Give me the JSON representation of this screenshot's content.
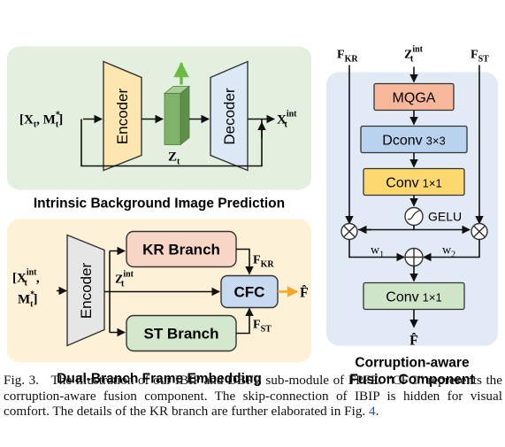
{
  "colors": {
    "green_panel": "#e3f0df",
    "yellow_panel": "#fdf2d8",
    "blue_panel": "#e2ebf5",
    "encoder_yellow": "#fde6b0",
    "encoder_gray": "#e6e6e6",
    "decoder_blue": "#dde8f6",
    "branch_salmon": "#f8d6c6",
    "branch_green": "#d3e8cc",
    "cfc_blue": "#c8daf0",
    "mqga": "#f7b79a",
    "dconv": "#b9d2ee",
    "conv_yellow": "#fcd86e",
    "conv_green": "#cfe5c8",
    "feature_green": "#7fb26a",
    "green_arrow": "#6cbb45",
    "orange_arrow": "#f5a623"
  },
  "ibip": {
    "title": "Intrinsic Background Image Prediction",
    "input": {
      "main": "[X",
      "sub1": "t",
      "mid": ", M",
      "sup2": "*",
      "sub2": "t",
      "end": "]"
    },
    "encoder_label": "Encoder",
    "decoder_label": "Decoder",
    "z": {
      "main": "Z",
      "sub": "t"
    },
    "output": {
      "main": "X",
      "sup": "int",
      "sub": "t"
    }
  },
  "dbfe": {
    "title": "Dual-Branch Frame Embedding",
    "input_line1": {
      "open": "[",
      "main": "X",
      "sup": "int",
      "sub": "t",
      "end": ","
    },
    "input_line2": {
      "main": "M",
      "sup": "*",
      "sub": "t",
      "end": "]"
    },
    "encoder_label": "Encoder",
    "z": {
      "main": "Z",
      "sup": "int",
      "sub": "t"
    },
    "kr_branch": "KR Branch",
    "st_branch": "ST Branch",
    "cfc_label": "CFC",
    "f_kr": {
      "main": "F",
      "sub": "KR"
    },
    "f_st": {
      "main": "F",
      "sub": "ST"
    },
    "output": "F̂"
  },
  "cafc": {
    "title_line1": "Corruption-aware",
    "title_line2": "Fusion Component",
    "in_kr": {
      "main": "F",
      "sub": "KR"
    },
    "in_z": {
      "main": "Z",
      "sup": "int",
      "sub": "t"
    },
    "in_st": {
      "main": "F",
      "sub": "ST"
    },
    "mqga": "MQGA",
    "dconv": "Dconv",
    "dconv_k": "3×3",
    "conv1": "Conv",
    "conv1_k": "1×1",
    "gelu": "GELU",
    "w1": {
      "main": "w",
      "sub": "1"
    },
    "w2": {
      "main": "w",
      "sub": "2"
    },
    "conv2": "Conv",
    "conv2_k": "1×1",
    "output": "F̂"
  },
  "caption": {
    "label": "Fig. 3.",
    "text": "The illustration of our IBIP and DBFE sub-module of FPFE. “CFC” represents the corruption-aware fusion component. The skip-connection of IBIP is hidden for visual comfort. The details of the KR branch are further elaborated in Fig.",
    "ref": "4",
    "end": "."
  }
}
